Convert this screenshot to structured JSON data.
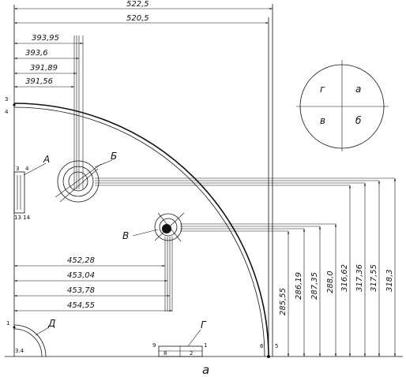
{
  "top_dims": [
    "522,5",
    "520,5"
  ],
  "left_dims": [
    "393,95",
    "393,6",
    "391,89",
    "391,56"
  ],
  "mid_dims": [
    "452,28",
    "453,04",
    "453,78",
    "454,55"
  ],
  "right_dims": [
    "285,55",
    "286,19",
    "287,35",
    "288,0",
    "316,62",
    "317,36",
    "317,55",
    "318,3"
  ],
  "quadrants": [
    "г",
    "а",
    "в",
    "б"
  ],
  "labels": {
    "A": "А",
    "B": "Б",
    "V": "В",
    "G": "Г",
    "D": "Д"
  },
  "point_nums": {
    "p3_top": "3",
    "p4_top": "4",
    "p13_14": "13 14",
    "p3_4_left": "3",
    "p4_left": "4",
    "p1": "1",
    "p3_4_bottom": "3.4",
    "p6": "6",
    "p5": "5",
    "p9": "9",
    "p8": "8",
    "p2": "2",
    "p1b": "1"
  },
  "caption": "а"
}
